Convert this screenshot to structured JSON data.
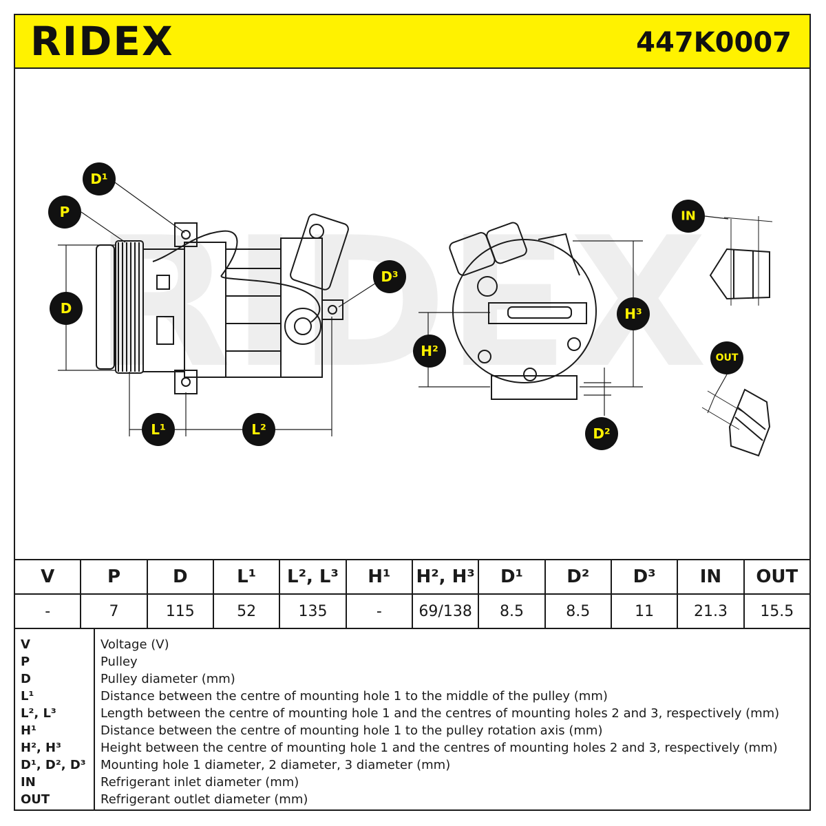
{
  "header": {
    "brand": "RIDEX",
    "part_number": "447K0007",
    "accent_color": "#fff200"
  },
  "drawing": {
    "watermark": "RIDEX",
    "labels": {
      "D1": "D¹",
      "P": "P",
      "D": "D",
      "D3": "D³",
      "L1": "L¹",
      "L2": "L²",
      "H2": "H²",
      "H3": "H³",
      "D2": "D²",
      "IN": "IN",
      "OUT": "OUT"
    }
  },
  "spec_table": {
    "headers": [
      "V",
      "P",
      "D",
      "L¹",
      "L², L³",
      "H¹",
      "H², H³",
      "D¹",
      "D²",
      "D³",
      "IN",
      "OUT"
    ],
    "values": [
      "-",
      "7",
      "115",
      "52",
      "135",
      "-",
      "69/138",
      "8.5",
      "8.5",
      "11",
      "21.3",
      "15.5"
    ]
  },
  "legend": [
    {
      "symbol": "V",
      "description": "Voltage (V)"
    },
    {
      "symbol": "P",
      "description": "Pulley"
    },
    {
      "symbol": "D",
      "description": "Pulley diameter (mm)"
    },
    {
      "symbol": "L¹",
      "description": "Distance between the centre of mounting hole 1 to the middle of the pulley (mm)"
    },
    {
      "symbol": "L², L³",
      "description": "Length between the centre of mounting hole 1 and the centres of mounting holes 2 and 3, respectively (mm)"
    },
    {
      "symbol": "H¹",
      "description": "Distance between the centre of mounting hole 1 to the pulley rotation axis (mm)"
    },
    {
      "symbol": "H², H³",
      "description": "Height between the centre of mounting hole 1 and the centres of mounting holes 2 and 3, respectively (mm)"
    },
    {
      "symbol": "D¹, D², D³",
      "description": "Mounting hole 1 diameter, 2 diameter, 3 diameter (mm)"
    },
    {
      "symbol": "IN",
      "description": "Refrigerant inlet diameter (mm)"
    },
    {
      "symbol": "OUT",
      "description": "Refrigerant outlet diameter (mm)"
    }
  ]
}
